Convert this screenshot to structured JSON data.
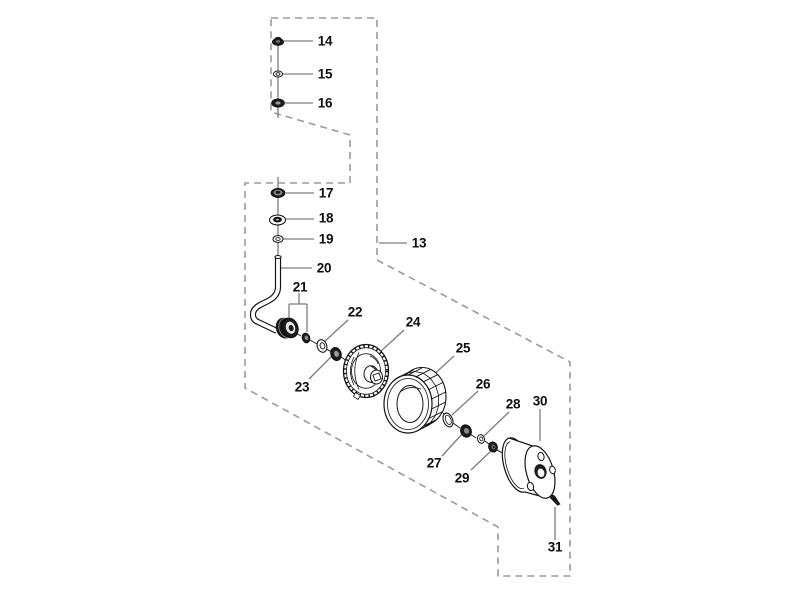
{
  "figure": {
    "kind": "exploded-parts-diagram",
    "background_color": "#ffffff",
    "outline_color": "#141414",
    "dark_part_color": "#1c1c1c",
    "leader_color": "#7d7d7d",
    "boundary_dash_color": "#9b9b9b",
    "label_color": "#0d0d0d",
    "callouts": [
      {
        "label": "13"
      },
      {
        "label": "14"
      },
      {
        "label": "15"
      },
      {
        "label": "16"
      },
      {
        "label": "17"
      },
      {
        "label": "18"
      },
      {
        "label": "19"
      },
      {
        "label": "20"
      },
      {
        "label": "21"
      },
      {
        "label": "22"
      },
      {
        "label": "23"
      },
      {
        "label": "24"
      },
      {
        "label": "25"
      },
      {
        "label": "26"
      },
      {
        "label": "27"
      },
      {
        "label": "28"
      },
      {
        "label": "29"
      },
      {
        "label": "30"
      },
      {
        "label": "31"
      }
    ]
  }
}
